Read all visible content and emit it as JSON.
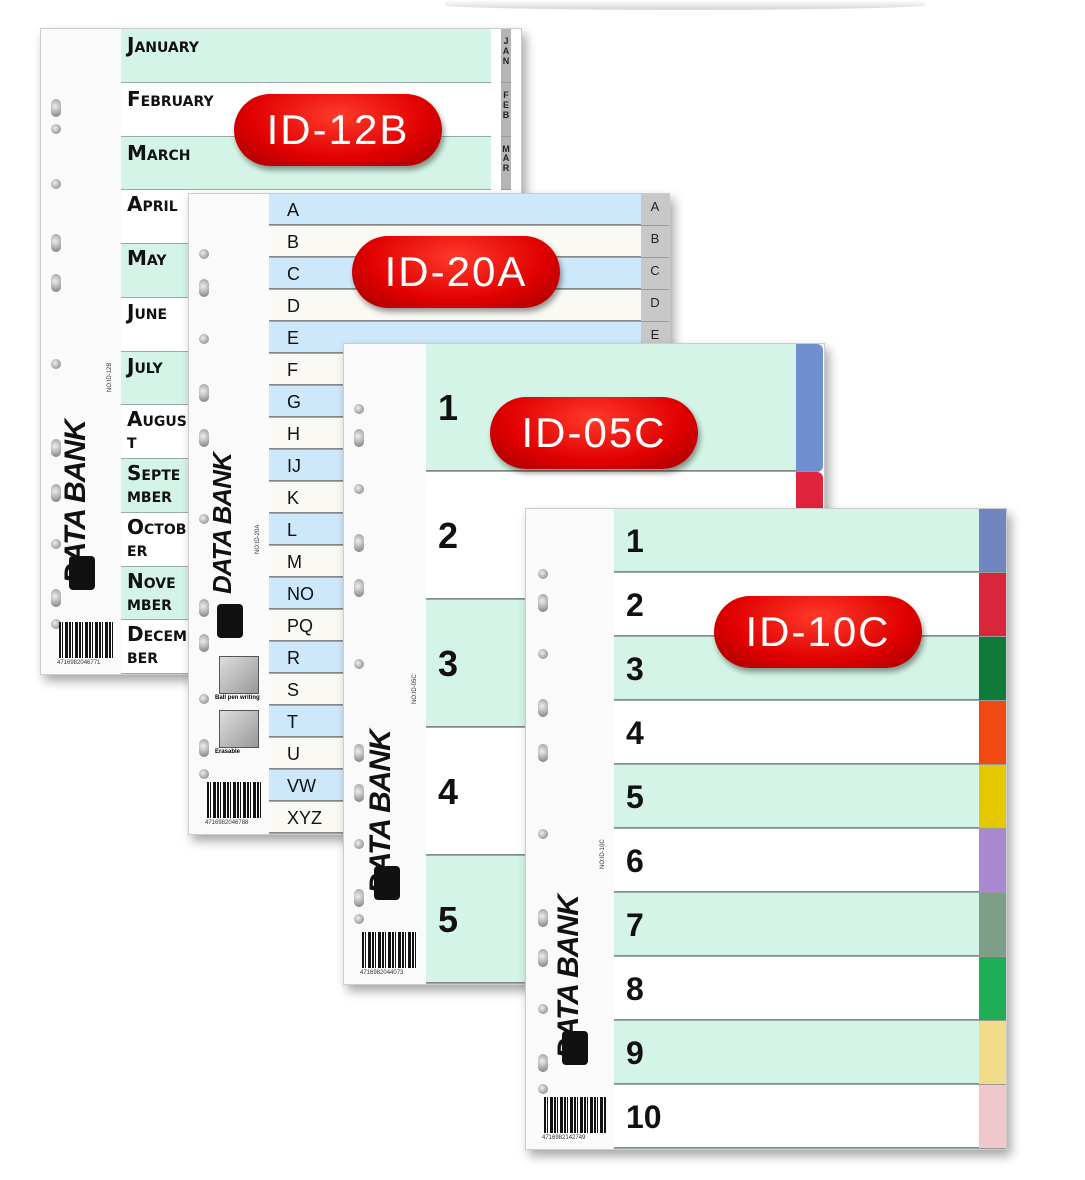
{
  "brand": "DATA BANK",
  "products": [
    {
      "id": "ID-12B",
      "model": "NO:ID-12B",
      "barcode": "4716982046771",
      "rows": [
        "January",
        "February",
        "March",
        "April",
        "May",
        "June",
        "July",
        "August",
        "September",
        "October",
        "November",
        "December"
      ],
      "tabs": [
        "JAN",
        "FEB",
        "MAR"
      ],
      "row_colors": [
        "#d3f4e6",
        "#ffffff"
      ],
      "tab_colors": [
        "#b5b5b5"
      ]
    },
    {
      "id": "ID-20A",
      "model": "NO:ID-20A",
      "barcode": "4716982046788",
      "note_1": "Ball pen writing",
      "note_2": "Erasable",
      "rows": [
        "A",
        "B",
        "C",
        "D",
        "E",
        "F",
        "G",
        "H",
        "IJ",
        "K",
        "L",
        "M",
        "NO",
        "PQ",
        "R",
        "S",
        "T",
        "U",
        "VW",
        "XYZ"
      ],
      "tabs": [
        "A",
        "B",
        "C",
        "D",
        "E"
      ],
      "row_colors": [
        "#cde8fa",
        "#faf9f4"
      ],
      "tab_colors": [
        "#c8c8c8"
      ]
    },
    {
      "id": "ID-05C",
      "model": "NO:ID-05C",
      "barcode": "4716982044073",
      "rows": [
        "1",
        "2",
        "3",
        "4",
        "5"
      ],
      "tabs": [
        "",
        ""
      ],
      "row_colors": [
        "#d3f4e6",
        "#ffffff"
      ],
      "tab_colors": [
        "#6f8fcf",
        "#e0243e"
      ]
    },
    {
      "id": "ID-10C",
      "model": "NO:ID-10C",
      "barcode": "4716982142749",
      "rows": [
        "1",
        "2",
        "3",
        "4",
        "5",
        "6",
        "7",
        "8",
        "9",
        "10"
      ],
      "tabs": [
        "",
        "",
        "",
        "",
        "",
        "",
        "",
        "",
        "",
        ""
      ],
      "row_colors": [
        "#d3f4e6",
        "#ffffff"
      ],
      "tab_colors": [
        "#6f86c0",
        "#d8263a",
        "#0f7a3a",
        "#f04a12",
        "#e6c800",
        "#a98ad2",
        "#7f9e88",
        "#1fae55",
        "#f2dc8a",
        "#f0c8cc"
      ]
    }
  ]
}
